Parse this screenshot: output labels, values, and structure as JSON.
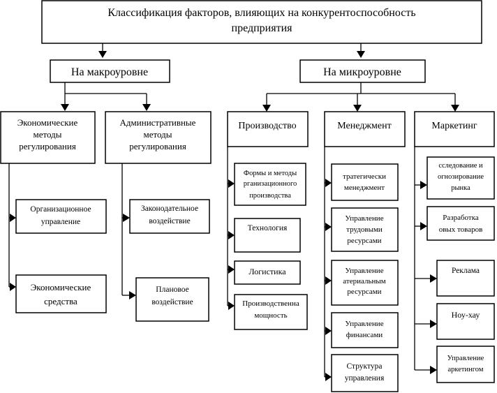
{
  "title": {
    "line1": "Классификация факторов, влияющих на конкурентоспособность",
    "line2": "предприятия"
  },
  "macro": {
    "label": "На макроуровне",
    "groups": [
      {
        "name": [
          "Экономические",
          "методы",
          "регулирования"
        ],
        "items": [
          [
            "Организационное",
            "управление"
          ],
          [
            "Экономические",
            "средства"
          ]
        ]
      },
      {
        "name": [
          "Административные",
          "методы",
          "регулирования"
        ],
        "items": [
          [
            "Законодательное",
            "воздействие"
          ],
          [
            "Плановое",
            "воздействие"
          ]
        ]
      }
    ]
  },
  "micro": {
    "label": "На микроуровне",
    "groups": [
      {
        "name": [
          "Производство"
        ],
        "items": [
          [
            "Формы и методы",
            "рганизационного",
            "производства"
          ],
          [
            "Технология"
          ],
          [
            "Логистика"
          ],
          [
            "Производственна",
            "мощность"
          ]
        ]
      },
      {
        "name": [
          "Менеджмент"
        ],
        "items": [
          [
            "тратегически",
            "менеджмент"
          ],
          [
            "Управление",
            "трудовыми",
            "ресурсами"
          ],
          [
            "Управление",
            "атериальным",
            "ресурсами"
          ],
          [
            "Управление",
            "финансами"
          ],
          [
            "Структура",
            "управления"
          ]
        ]
      },
      {
        "name": [
          "Маркетинг"
        ],
        "items": [
          [
            "сследование и",
            "огнозирование",
            "рынка"
          ],
          [
            "Разработка",
            "овых товаров"
          ],
          [
            "Реклама"
          ],
          [
            "Ноу-хау"
          ],
          [
            "Управление",
            "аркетингом"
          ]
        ]
      }
    ]
  }
}
